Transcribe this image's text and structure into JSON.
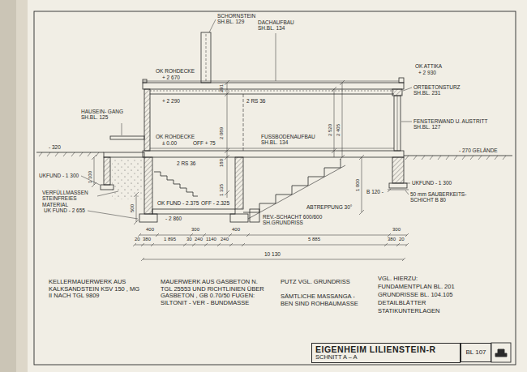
{
  "diagram": {
    "nodes": [
      {
        "text": [
          "EIGENHEIM LILIENSTEIN-R",
          "SCHNITT A – A"
        ]
      },
      {
        "text": [
          "BL 107"
        ]
      }
    ],
    "labels": [
      "SCHORNSTEIN SH.BL. 129",
      "DACHAUFBAU SH.BL. 134",
      "OK ATTIKA",
      "+ 2 930",
      "OK ROHDECKE",
      "+ 2 670",
      "+ 2 290",
      "2 RS 36",
      "ORTBETONSTURZ SH.BL. 231",
      "FENSTERWAND U. AUSTRITT SH.BL. 127",
      "HAUSEIN- GANG SH.BL. 125",
      "OK ROHDECKE",
      "± 0.00",
      "OFF + 75",
      "FUSSBODENAUFBAU SH.BL. 134",
      "- 320",
      "- 270 GELÄNDE",
      "UKFUND - 1 300",
      "UKFUND - 1 300",
      "2 RS 36",
      "VERFÜLLMASSEN STEINFREIES MATERIAL",
      "UK FUND - 2 655",
      "OK FUND - 2.375",
      "OFF - 2.325",
      "- 2 860",
      "B 120 -",
      "50 mm SAUBERKEITS- SCHICHT B 80",
      "ABTREPPUNG 30°",
      "REV.-SCHACHT 600/600 SH.GRUNDRISS",
      "291",
      "2 089",
      "180",
      "1 335",
      "2 520",
      "2 405",
      "1 000",
      "1 100",
      "500",
      "400",
      "300",
      "400",
      "300",
      "20",
      "380",
      "1 895",
      "30",
      "240",
      "1140",
      "240",
      "5 885",
      "380",
      "20",
      "10 130",
      "KELLERMAUERWERK AUS KALKSANDSTEIN KSV 150 , MG II NACH TGL 9809",
      "MAUERWERK AUS GASBETON N. TGL 25553 UND RICHTLINIEN ÜBER GASBETON , GB 0.70/50 FUGEN: SILTONIT - VER - BUNDMASSE",
      "PUTZ VGL. GRUNDRISS",
      "SÄMTLICHE MASSANGA - BEN SIND ROHBAUMASSE",
      "VGL. HIERZU:",
      "FUNDAMENTPLAN BL. 201",
      "GRUNDRISSE BL. 104.105",
      "DETAILBLÄTTER",
      "STATIKUNTERLAGEN"
    ]
  }
}
